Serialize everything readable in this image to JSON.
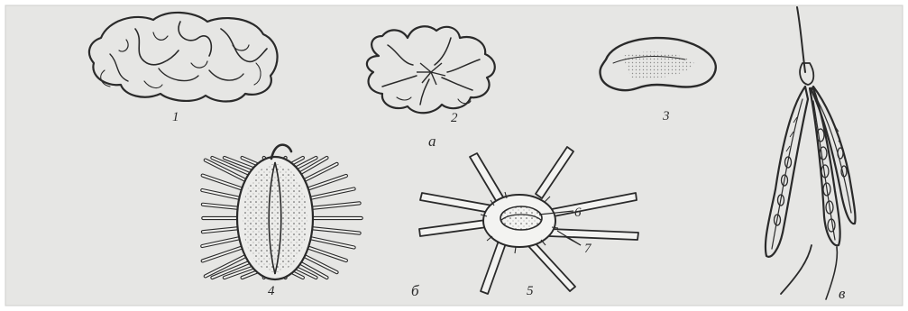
{
  "figure": {
    "labels": {
      "n1": "1",
      "n2": "2",
      "n3": "3",
      "n4": "4",
      "n5": "5",
      "n6": "6",
      "n7": "7",
      "group_a": "а",
      "group_b": "б",
      "group_v": "в"
    },
    "colors": {
      "paper": "#e6e6e4",
      "ink": "#2a2a2a"
    }
  }
}
